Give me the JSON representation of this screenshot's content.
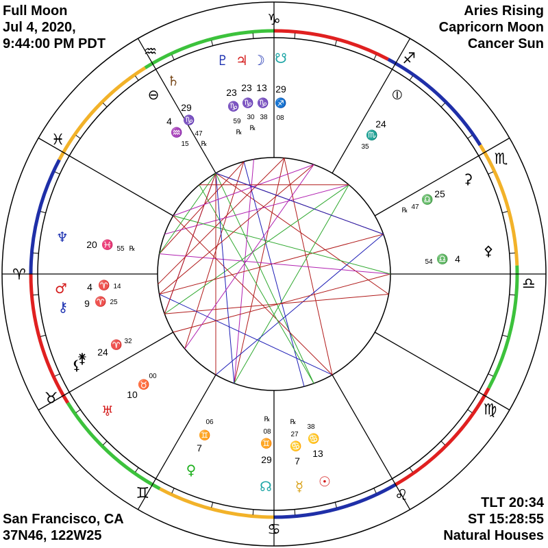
{
  "header_left": {
    "line1": "Full Moon",
    "line2": "Jul 4, 2020,",
    "line3": "9:44:00 PM PDT"
  },
  "header_right": {
    "line1": "Aries Rising",
    "line2": "Capricorn Moon",
    "line3": "Cancer Sun"
  },
  "footer_left": {
    "line1": "San Francisco, CA",
    "line2": "37N46, 122W25"
  },
  "footer_right": {
    "line1": "TLT 20:34",
    "line2": "ST 15:28:55",
    "line3": "Natural Houses"
  },
  "zodiac": {
    "aries": "♈",
    "taurus": "♉",
    "gemini": "♊",
    "cancer": "♋",
    "leo": "♌",
    "virgo": "♍",
    "libra": "♎",
    "scorpio": "♏",
    "sagittarius": "♐",
    "capricorn": "♑",
    "aquarius": "♒",
    "pisces": "♓"
  },
  "planets": {
    "pluto": {
      "glyph": "♇",
      "color": "#1a2fb0",
      "deg": "23",
      "sign": "♑",
      "min": "59",
      "retro": "℞"
    },
    "jupiter": {
      "glyph": "♃",
      "color": "#d41b1b",
      "deg": "23",
      "sign": "♑",
      "min": "30",
      "retro": "℞"
    },
    "moon": {
      "glyph": "☽",
      "color": "#1a2fb0",
      "deg": "13",
      "sign": "♑",
      "min": "38"
    },
    "south_node": {
      "glyph": "☋",
      "color": "#1fa6a6",
      "deg": "29",
      "sign": "♐",
      "min": "08"
    },
    "saturn": {
      "glyph": "♄",
      "color": "#7a4a1c",
      "deg": "29",
      "sign": "♑",
      "min": "47",
      "retro": "℞"
    },
    "part_of_fortune": {
      "glyph": "⊖",
      "color": "#000000",
      "deg": "4",
      "sign": "♒",
      "min": "15"
    },
    "vertex": {
      "glyph": "⦶",
      "color": "#000000",
      "deg": "24",
      "sign": "♏",
      "min": "35"
    },
    "ceres": {
      "glyph": "⚳",
      "color": "#000000",
      "deg": "25",
      "sign": "♎",
      "min": "47",
      "retro": "℞"
    },
    "pallas": {
      "glyph": "⚴",
      "color": "#000000",
      "deg": "4",
      "sign": "♎",
      "min": "54"
    },
    "neptune": {
      "glyph": "♆",
      "color": "#1a2fb0",
      "deg": "20",
      "sign": "♓",
      "min": "55",
      "retro": "℞"
    },
    "mars": {
      "glyph": "♂",
      "color": "#d41b1b",
      "deg": "4",
      "sign": "♈",
      "min": "14"
    },
    "chiron": {
      "glyph": "⚷",
      "color": "#1a2fb0",
      "deg": "9",
      "sign": "♈",
      "min": "25"
    },
    "juno": {
      "glyph": "⚵",
      "color": "#000000",
      "deg": "24",
      "sign": "♈",
      "min": "32"
    },
    "lilith": {
      "glyph": "⚸",
      "color": "#000000",
      "deg": "10",
      "sign": "♉",
      "min": "00"
    },
    "uranus": {
      "glyph": "♅",
      "color": "#d41b1b"
    },
    "venus": {
      "glyph": "♀",
      "color": "#1fb01f",
      "deg": "7",
      "sign": "♊",
      "min": "06"
    },
    "north_node": {
      "glyph": "☊",
      "color": "#1fa6a6",
      "deg": "29",
      "sign": "♊",
      "min": "08",
      "retro": "℞"
    },
    "mercury": {
      "glyph": "☿",
      "color": "#d9a21a",
      "deg": "7",
      "sign": "♋",
      "min": "27",
      "retro": "℞"
    },
    "sun": {
      "glyph": "☉",
      "color": "#d41b1b",
      "deg": "13",
      "sign": "♋",
      "min": "38"
    }
  },
  "colors": {
    "fire": "#e02020",
    "earth": "#3cc23c",
    "air": "#f2b229",
    "water": "#1f2fa8",
    "aspect_red": "#b01818",
    "aspect_green": "#2ea82e",
    "aspect_blue": "#1b1bb5",
    "aspect_purple": "#b01fb0"
  }
}
